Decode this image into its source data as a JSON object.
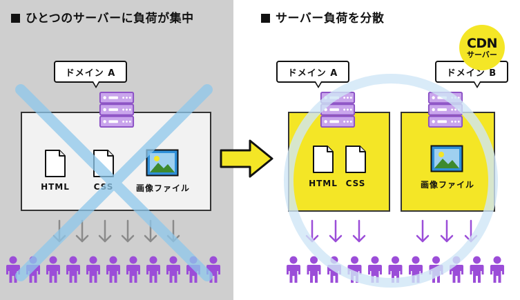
{
  "left": {
    "heading": "ひとつのサーバーに負荷が集中",
    "domain_label": "ドメイン A",
    "files": [
      {
        "label": "HTML",
        "icon": "document-icon"
      },
      {
        "label": "CSS",
        "icon": "document-icon"
      },
      {
        "label": "画像ファイル",
        "icon": "image-icon"
      }
    ],
    "arrow_count": 6,
    "people_count": 11,
    "overlay": "cross-mark"
  },
  "right": {
    "heading": "サーバー負荷を分散",
    "cdn_badge": {
      "line1": "CDN",
      "line2": "サーバー"
    },
    "domain_a_label": "ドメイン A",
    "domain_b_label": "ドメイン B",
    "files_a": [
      {
        "label": "HTML",
        "icon": "document-icon"
      },
      {
        "label": "CSS",
        "icon": "document-icon"
      }
    ],
    "files_b": [
      {
        "label": "画像ファイル",
        "icon": "image-icon"
      }
    ],
    "arrow_count_a": 3,
    "arrow_count_b": 3,
    "people_count": 11,
    "overlay": "circle-mark"
  },
  "colors": {
    "left_background": "#cfcfcf",
    "panel_gray": "#f2f2f2",
    "panel_yellow": "#f4e626",
    "server_purple": "#b784e0",
    "person_purple": "#9b4dd8",
    "arrow_purple": "#9b4dd8",
    "arrow_gray": "#8a8a8a",
    "image_blue": "#2f8fd8",
    "overlay_blue": "#8ec8ec"
  }
}
